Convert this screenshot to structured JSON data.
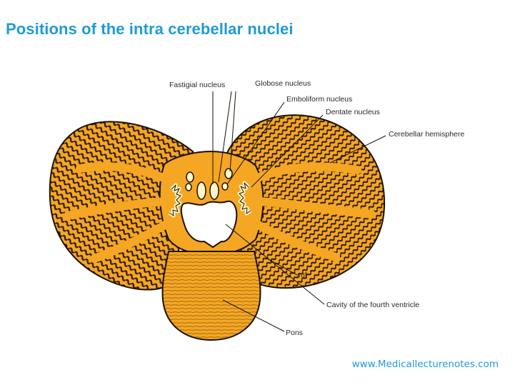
{
  "title": "Positions of the intra cerebellar nuclei",
  "labels": {
    "fastigial": "Fastigial nucleus",
    "globose": "Globose nucleus",
    "emboliform": "Emboliform nucleus",
    "dentate": "Dentate nucleus",
    "hemisphere": "Cerebellar hemisphere",
    "mlf": "mf",
    "cavity": "Cavity of the fourth ventricle",
    "pons": "Pons"
  },
  "footer": "www.Medicallecturenotes.com",
  "colors": {
    "title": "#1f9bd6",
    "white_matter": "#f5a623",
    "gray_matter": "#2a1a0a",
    "outline": "#1a1208",
    "footer": "#1f9bd6"
  }
}
